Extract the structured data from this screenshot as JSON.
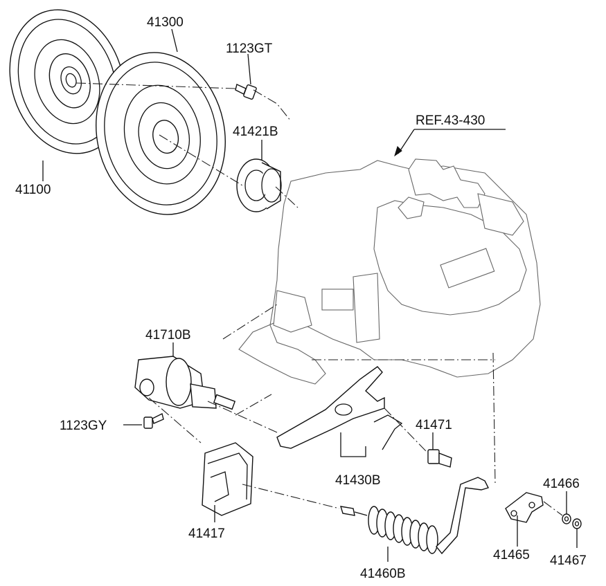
{
  "diagram": {
    "ref_label": "REF.43-430",
    "parts": [
      {
        "id": "41100",
        "label": "41100"
      },
      {
        "id": "41300",
        "label": "41300"
      },
      {
        "id": "1123GT",
        "label": "1123GT"
      },
      {
        "id": "41421B",
        "label": "41421B"
      },
      {
        "id": "41710B",
        "label": "41710B"
      },
      {
        "id": "1123GY",
        "label": "1123GY"
      },
      {
        "id": "41471",
        "label": "41471"
      },
      {
        "id": "41430B",
        "label": "41430B"
      },
      {
        "id": "41417",
        "label": "41417"
      },
      {
        "id": "41460B",
        "label": "41460B"
      },
      {
        "id": "41465",
        "label": "41465"
      },
      {
        "id": "41466",
        "label": "41466"
      },
      {
        "id": "41467",
        "label": "41467"
      }
    ]
  }
}
